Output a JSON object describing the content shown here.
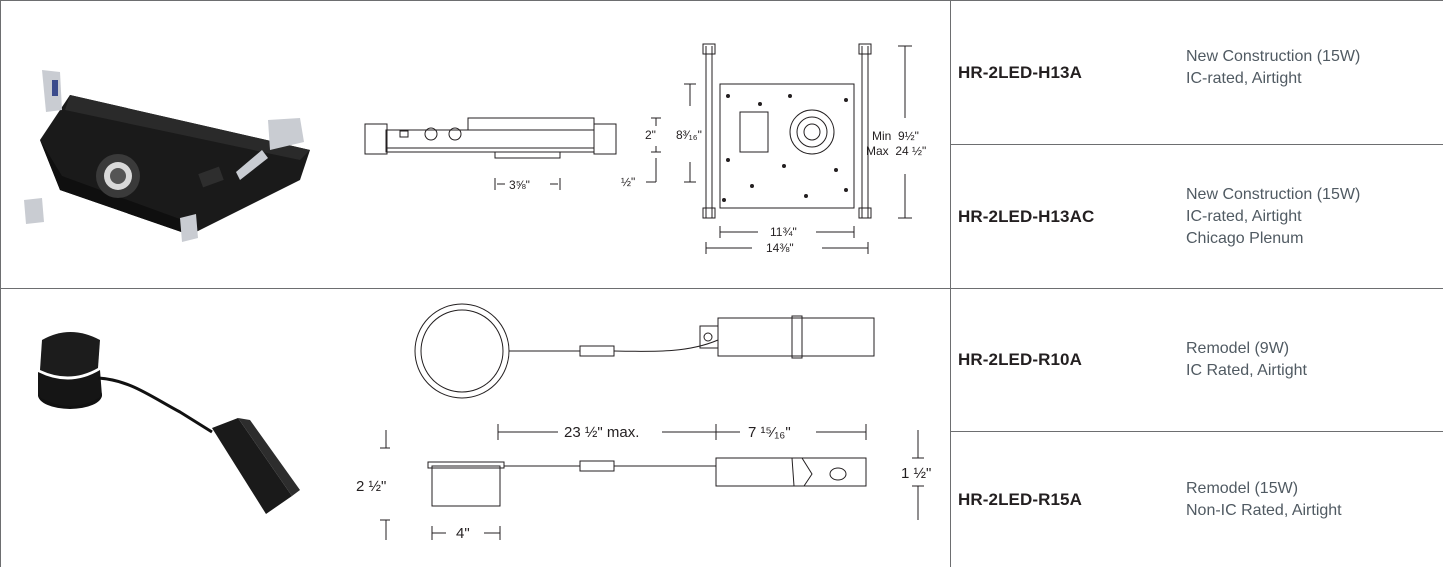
{
  "rows": [
    {
      "dimensions": {
        "side_depth": "3⅝\"",
        "side_height": "2\"",
        "side_offset": "½\"",
        "plan_depth": "8³⁄₁₆\"",
        "plan_width_inner": "11¾\"",
        "plan_width_outer": "14⅜\"",
        "bar_min": "Min  9½\"",
        "bar_max": "Max  24 ½\""
      },
      "models": [
        {
          "code": "HR-2LED-H13A",
          "description": [
            "New Construction (15W)",
            "IC-rated, Airtight"
          ]
        },
        {
          "code": "HR-2LED-H13AC",
          "description": [
            "New Construction (15W)",
            "IC-rated, Airtight",
            "Chicago Plenum"
          ]
        }
      ]
    },
    {
      "dimensions": {
        "cable_length": "23 ½\" max.",
        "driver_length": "7 ¹⁵⁄₁₆\"",
        "can_height": "2 ½\"",
        "can_width": "4\"",
        "driver_height": "1 ½\""
      },
      "models": [
        {
          "code": "HR-2LED-R10A",
          "description": [
            "Remodel (9W)",
            "IC Rated, Airtight"
          ]
        },
        {
          "code": "HR-2LED-R15A",
          "description": [
            "Remodel (15W)",
            "Non-IC Rated, Airtight"
          ]
        }
      ]
    }
  ]
}
